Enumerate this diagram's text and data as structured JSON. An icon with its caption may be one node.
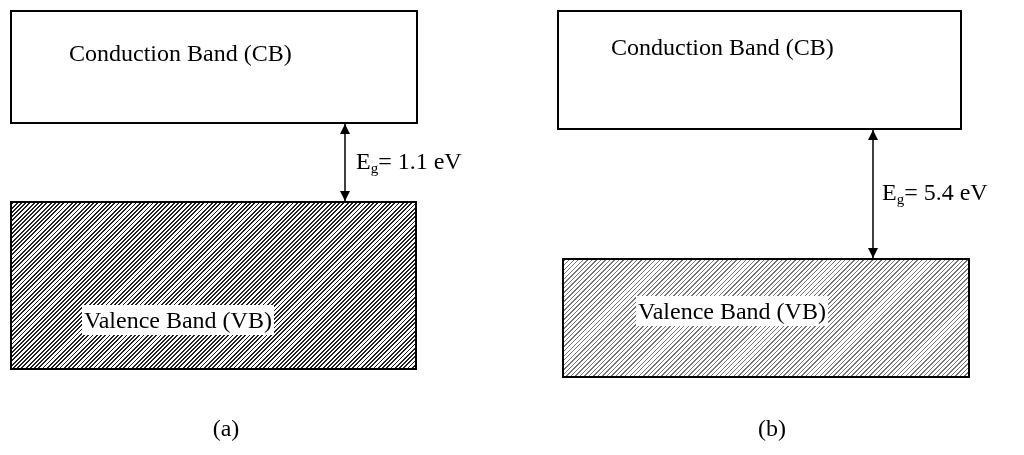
{
  "diagram": {
    "nodes": [
      {
        "text": [
          "Conduction Band (CB)"
        ]
      },
      {
        "text": [
          "Valence Band (VB)"
        ]
      },
      {
        "text": [
          "Conduction Band (CB)"
        ]
      },
      {
        "text": [
          "Valence Band (VB)"
        ]
      }
    ],
    "edges": [
      {
        "from": 0,
        "to": 1,
        "arrow": "both",
        "label": "E$_{g}$= 1.1 eV"
      },
      {
        "from": 2,
        "to": 3,
        "arrow": "both",
        "label": "E$_{g}$= 5.4 eV"
      }
    ],
    "labels": [
      "(a)",
      "(b)"
    ]
  }
}
